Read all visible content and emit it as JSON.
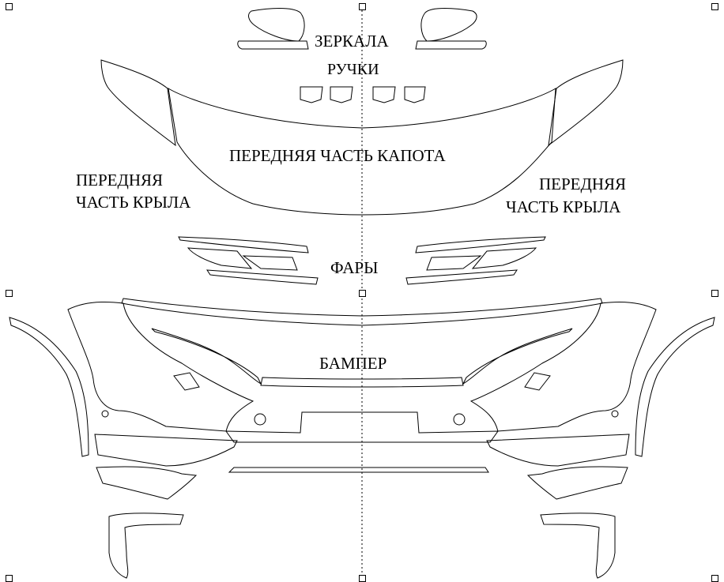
{
  "labels": {
    "mirrors": "ЗЕРКАЛА",
    "handles": "РУЧКИ",
    "hood": "ПЕРЕДНЯЯ ЧАСТЬ КАПОТА",
    "fender_left_line1": "ПЕРЕДНЯЯ",
    "fender_left_line2": "ЧАСТЬ КРЫЛА",
    "fender_right_line1": "ПЕРЕДНЯЯ",
    "fender_right_line2": "ЧАСТЬ КРЫЛА",
    "headlights": "ФАРЫ",
    "bumper": "БАМПЕР"
  },
  "colors": {
    "stroke": "#000000",
    "background": "#ffffff"
  }
}
